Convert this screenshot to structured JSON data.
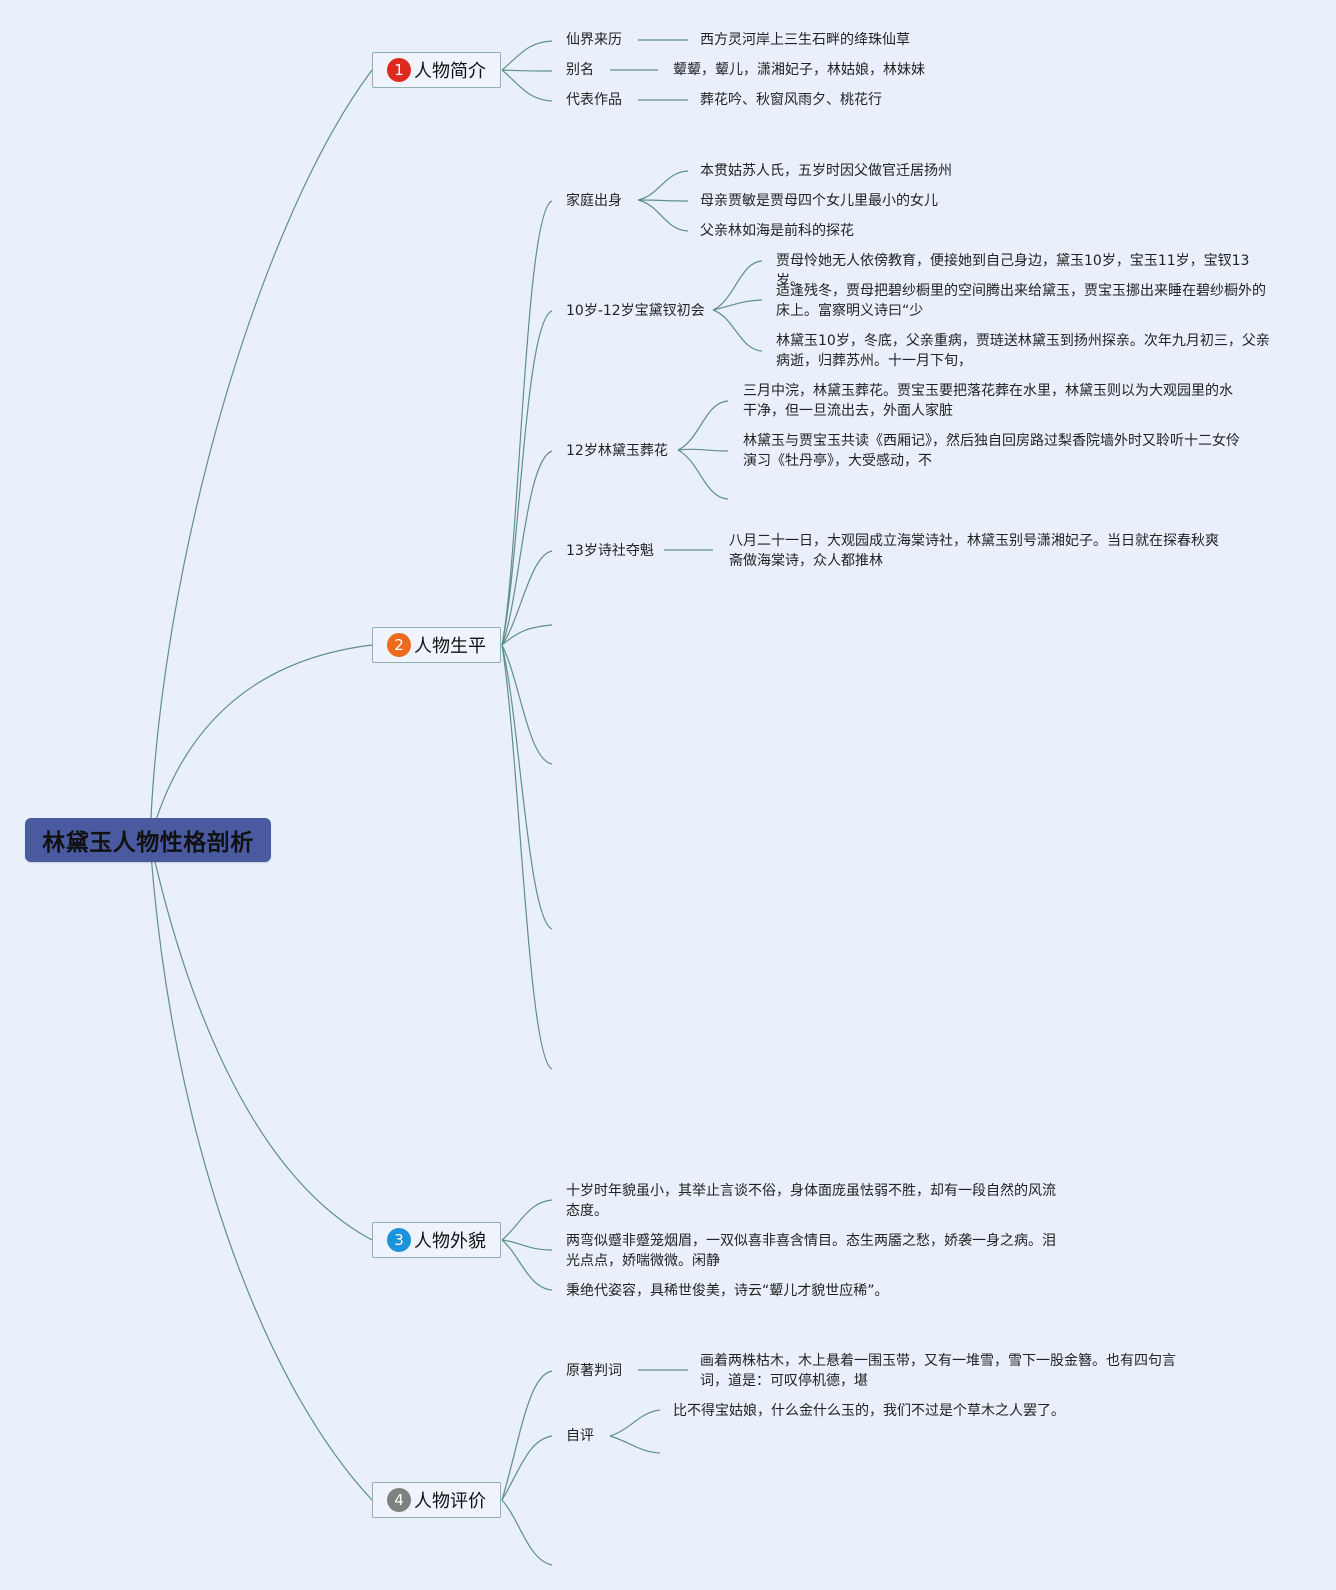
{
  "root": {
    "title": "林黛玉人物性格剖析"
  },
  "topics": [
    {
      "number": "1",
      "title": "人物简介",
      "badge_color": "#dd2a1f",
      "children": [
        {
          "label": "仙界来历",
          "items": [
            "西方灵河岸上三生石畔的绛珠仙草"
          ]
        },
        {
          "label": "别名",
          "items": [
            "颦颦，颦儿，潇湘妃子，林姑娘，林妹妹"
          ]
        },
        {
          "label": "代表作品",
          "items": [
            "葬花吟、秋窗风雨夕、桃花行"
          ]
        }
      ]
    },
    {
      "number": "2",
      "title": "人物生平",
      "badge_color": "#ec6a1c",
      "children": [
        {
          "label": "家庭出身",
          "items": [
            "本贯姑苏人氏，五岁时因父做官迁居扬州",
            "母亲贾敏是贾母四个女儿里最小的女儿",
            "父亲林如海是前科的探花"
          ]
        },
        {
          "label": "10岁-12岁宝黛钗初会",
          "items": [
            "贾母怜她无人依傍教育，便接她到自己身边，黛玉10岁，宝玉11岁，宝钗13岁。",
            "适逢残冬，贾母把碧纱橱里的空间腾出来给黛玉，贾宝玉挪出来睡在碧纱橱外的床上。富察明义诗曰“少",
            "林黛玉10岁，冬底，父亲重病，贾琏送林黛玉到扬州探亲。次年九月初三，父亲病逝，归葬苏州。十一月下旬，"
          ]
        },
        {
          "label": "12岁林黛玉葬花",
          "items": [
            "三月中浣，林黛玉葬花。贾宝玉要把落花葬在水里，林黛玉则以为大观园里的水干净，但一旦流出去，外面人家脏",
            "林黛玉与贾宝玉共读《西厢记》，然后独自回房路过梨香院墙外时又聆听十二女伶演习《牡丹亭》，大受感动，不"
          ]
        },
        {
          "label": "13岁诗社夺魁",
          "items": [
            "八月二十一日，大观园成立海棠诗社，林黛玉别号潇湘妃子。当日就在探春秋爽斋做海棠诗，众人都推林"
          ]
        }
      ]
    },
    {
      "number": "3",
      "title": "人物外貌",
      "badge_color": "#1b93da",
      "children": [
        {
          "label": "十岁时年貌虽小，其举止言谈不俗，身体面庞虽怯弱不胜，却有一段自然的风流态度。"
        },
        {
          "label": "两弯似蹙非蹙笼烟眉，一双似喜非喜含情目。态生两靥之愁，娇袭一身之病。泪光点点，娇喘微微。闲静"
        },
        {
          "label": "秉绝代姿容，具稀世俊美，诗云“颦儿才貌世应稀”。"
        }
      ]
    },
    {
      "number": "4",
      "title": "人物评价",
      "badge_color": "#7e8180",
      "children": [
        {
          "label": "原著判词",
          "items": [
            "画着两株枯木，木上悬着一围玉带，又有一堆雪，雪下一股金簪。也有四句言词，道是：可叹停机德，堪"
          ]
        },
        {
          "label": "自评",
          "items": [
            "比不得宝姑娘，什么金什么玉的，我们不过是个草木之人罢了。"
          ]
        }
      ]
    }
  ]
}
